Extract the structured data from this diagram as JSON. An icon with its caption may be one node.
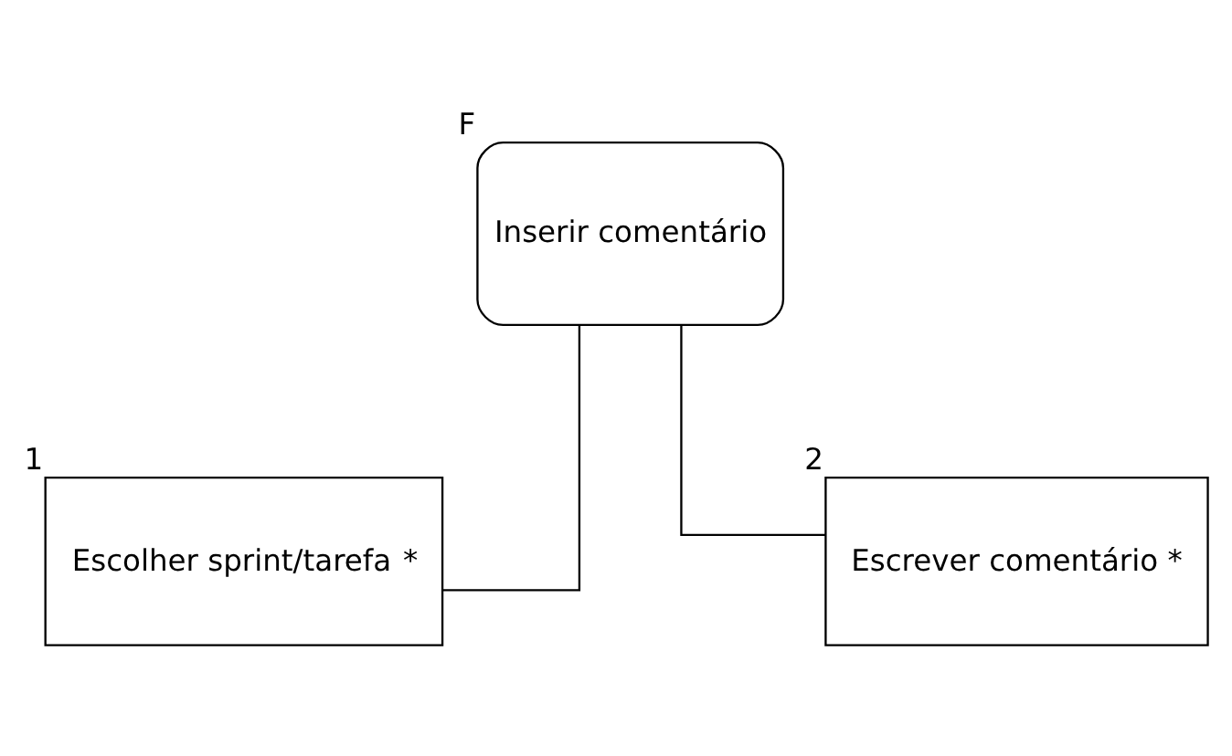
{
  "diagram": {
    "nodes": [
      {
        "text": [
          "Inserir comentário"
        ],
        "beside": [
          "F"
        ]
      },
      {
        "text": [
          "Escolher sprint/tarefa",
          "*"
        ],
        "beside": [
          "1"
        ]
      },
      {
        "text": [
          "Escrever comentário",
          "*"
        ],
        "beside": [
          "2"
        ]
      }
    ],
    "edges": [
      {
        "from": 0,
        "to": 1,
        "arrow": "none"
      },
      {
        "from": 0,
        "to": 2,
        "arrow": "none"
      }
    ]
  }
}
